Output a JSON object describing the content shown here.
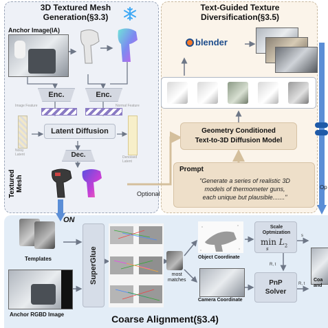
{
  "left_panel": {
    "title_line1": "3D Textured Mesh",
    "title_line2": "Generation(§3.3)",
    "anchor_image_label": "Anchor Image(IA)",
    "enc_left": "Enc.",
    "enc_right": "Enc.",
    "image_feature": "Image Feature",
    "normal_feature": "Normal Feature",
    "latent_diffusion": "Latent Diffusion",
    "dec": "Dec.",
    "noisy_latent_line1": "Noisy",
    "noisy_latent_line2": "Latent",
    "denoised_latent_line1": "Denoised",
    "denoised_latent_line2": "Latent",
    "textured_mesh": "Textured Mesh",
    "snowflake_icon": "snowflake-icon"
  },
  "right_panel": {
    "title_line1": "Text-Guided Texture",
    "title_line2": "Diversification(§3.5)",
    "blender_label": "blender",
    "model_line1": "Geometry Conditioned",
    "model_line2": "Text-to-3D Diffusion Model",
    "prompt_title": "Prompt",
    "prompt_line1": "\"Generate a series of realistic 3D",
    "prompt_line2": "models of thermometer guns,",
    "prompt_line3": "each unique but plausible.......\""
  },
  "optional_label": "Optional",
  "optional_right_label": "Op",
  "on_label": "ON",
  "bottom_panel": {
    "title": "Coarse Alignment(§3.4)",
    "templates": "Templates",
    "anchor_rgbd": "Anchor RGBD Image",
    "superglue": "SuperGlue",
    "most_matches_line1": "most",
    "most_matches_line2": "matches",
    "object_coordinate": "Object Coordinate",
    "camera_coordinate": "Camera Coordinate",
    "scale_opt_line1": "Scale",
    "scale_opt_line2": "Optmization",
    "min_label": "min",
    "min_sub": "s",
    "loss_label": "L",
    "loss_sub": "2",
    "rt_label1": "R, t",
    "rt_label2": "R, t",
    "s_label": "s",
    "pnp_line1": "PnP",
    "pnp_line2": "Solver",
    "coarse_right_line1": "Coa",
    "coarse_right_line2": "and"
  },
  "colors": {
    "arrow_blue": "#5b8ed6",
    "arrow_gray": "#8d96a6",
    "arrow_tan": "#d9c6a8"
  }
}
